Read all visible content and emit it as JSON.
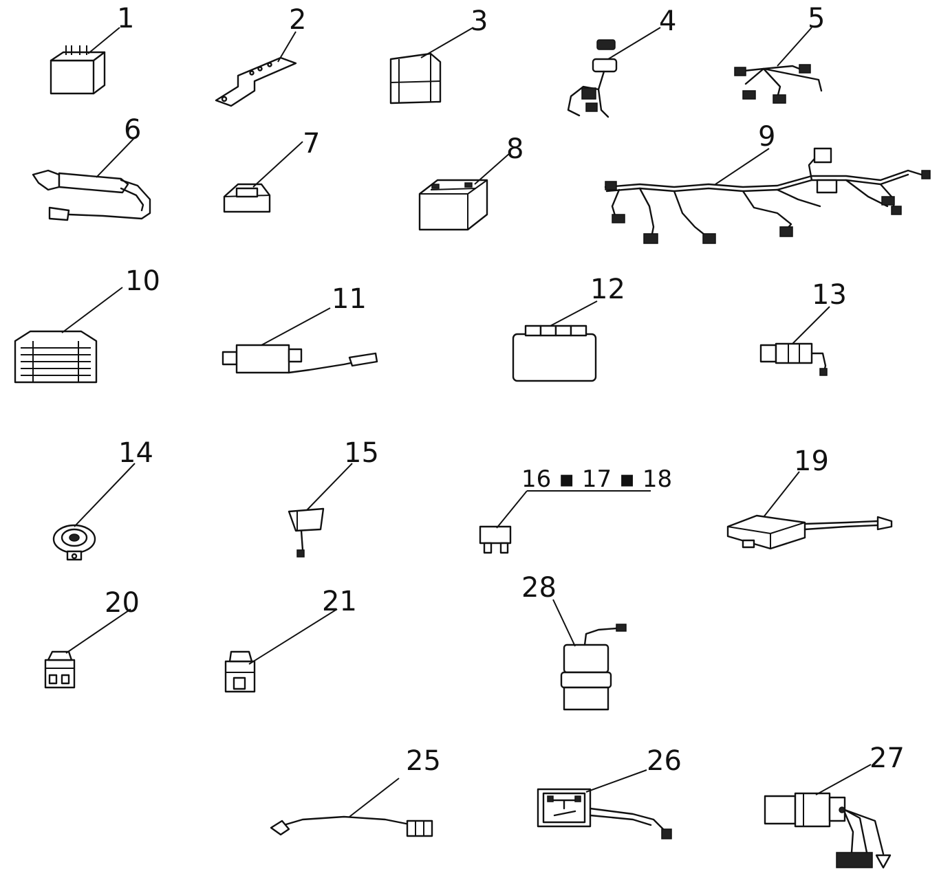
{
  "callouts": {
    "p1": "1",
    "p2": "2",
    "p3": "3",
    "p4": "4",
    "p5": "5",
    "p6": "6",
    "p7": "7",
    "p8": "8",
    "p9": "9",
    "p10": "10",
    "p11": "11",
    "p12": "12",
    "p13": "13",
    "p14": "14",
    "p15": "15",
    "p16_18": "16 ▪ 17 ▪ 18",
    "p19": "19",
    "p20": "20",
    "p21": "21",
    "p28": "28",
    "p25": "25",
    "p26": "26",
    "p27": "27"
  }
}
